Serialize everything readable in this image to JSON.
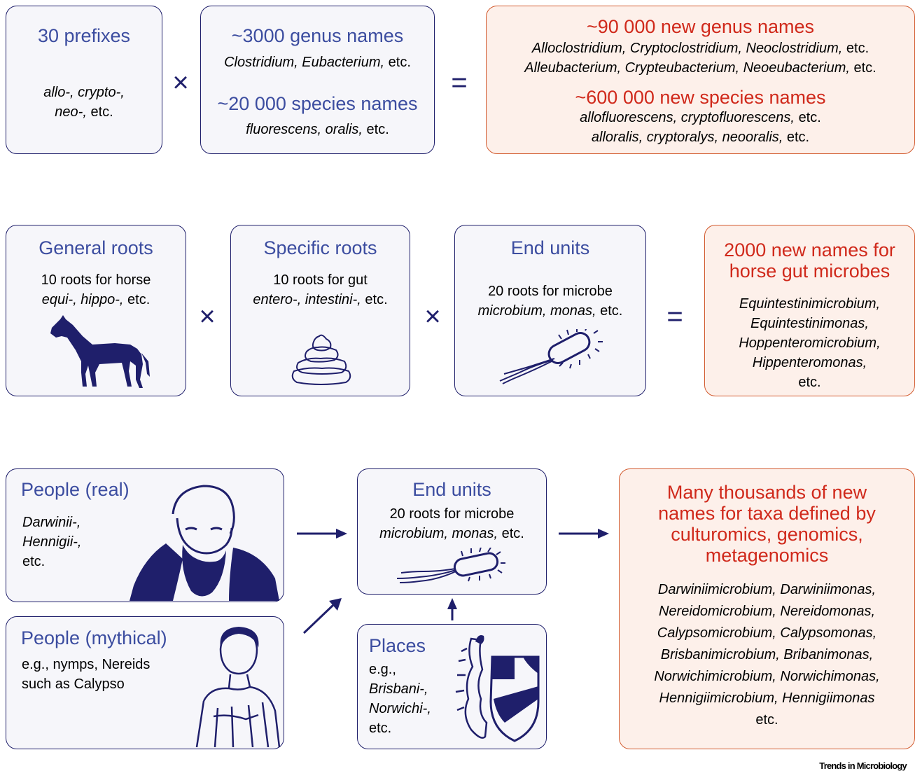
{
  "row1": {
    "prefixes": {
      "title": "30 prefixes",
      "examples_1": "allo-, crypto-,",
      "examples_2": "neo-,",
      "etc": "etc."
    },
    "genus_species": {
      "genus_title": "~3000 genus names",
      "genus_examples": "Clostridium, Eubacterium,",
      "genus_etc": "etc.",
      "species_title": "~20 000 species names",
      "species_examples": "fluorescens, oralis,",
      "species_etc": "etc."
    },
    "times_symbol": "×",
    "equals_symbol": "=",
    "result": {
      "genus_title": "~90 000 new genus names",
      "genus_line_1": "Alloclostridium, Cryptoclostridium, Neoclostridium,",
      "genus_line_2": "Alleubacterium, Crypteubacterium, Neoeubacterium,",
      "species_title": "~600 000 new species names",
      "species_line_1": "allofluorescens, cryptofluorescens,",
      "species_line_2": "alloralis, cryptoralys, neooralis,",
      "etc": "etc."
    }
  },
  "row2": {
    "general": {
      "title": "General roots",
      "line_1": "10 roots for horse",
      "examples": "equi-, hippo-,",
      "etc": "etc."
    },
    "specific": {
      "title": "Specific roots",
      "line_1": "10 roots for gut",
      "examples": "entero-, intestini-,",
      "etc": "etc."
    },
    "end_units": {
      "title": "End units",
      "line_1": "20 roots for microbe",
      "examples": "microbium, monas,",
      "etc": "etc."
    },
    "times_symbol": "×",
    "equals_symbol": "=",
    "result": {
      "title_1": "2000 new names for",
      "title_2": "horse gut microbes",
      "names": [
        "Equintestinimicrobium,",
        "Equintestinimonas,",
        "Hoppenteromicrobium,",
        "Hippenteromonas,"
      ],
      "etc": "etc."
    }
  },
  "row3": {
    "people_real": {
      "title": "People (real)",
      "lines": [
        "Darwinii-,",
        "Hennigii-,"
      ],
      "etc": "etc."
    },
    "people_mythical": {
      "title": "People (mythical)",
      "line_1": "e.g., nymps, Nereids",
      "line_2": "such as Calypso"
    },
    "end_units": {
      "title": "End units",
      "line_1": "20 roots for microbe",
      "examples": "microbium, monas,",
      "etc": "etc."
    },
    "places": {
      "title": "Places",
      "eg": "e.g.,",
      "lines": [
        "Brisbani-,",
        "Norwichi-,"
      ],
      "etc": "etc."
    },
    "result": {
      "title_lines": [
        "Many thousands of new",
        "names for taxa defined by",
        "culturomics, genomics,",
        "metagenomics"
      ],
      "names": [
        "Darwiniimicrobium, Darwiniimonas,",
        "Nereidomicrobium, Nereidomonas,",
        "Calypsomicrobium, Calypsomonas,",
        "Brisbanimicrobium, Bribanimonas,",
        "Norwichimicrobium, Norwichimonas,",
        "Hennigiimicrobium, Hennigiimonas"
      ],
      "etc": "etc."
    }
  },
  "footer": {
    "brand": "Trends in Microbiology"
  },
  "colors": {
    "title_blue": "#3c4da0",
    "result_red": "#d0291b",
    "stroke_navy": "#1f1f6b",
    "result_border": "#d25a2e"
  }
}
